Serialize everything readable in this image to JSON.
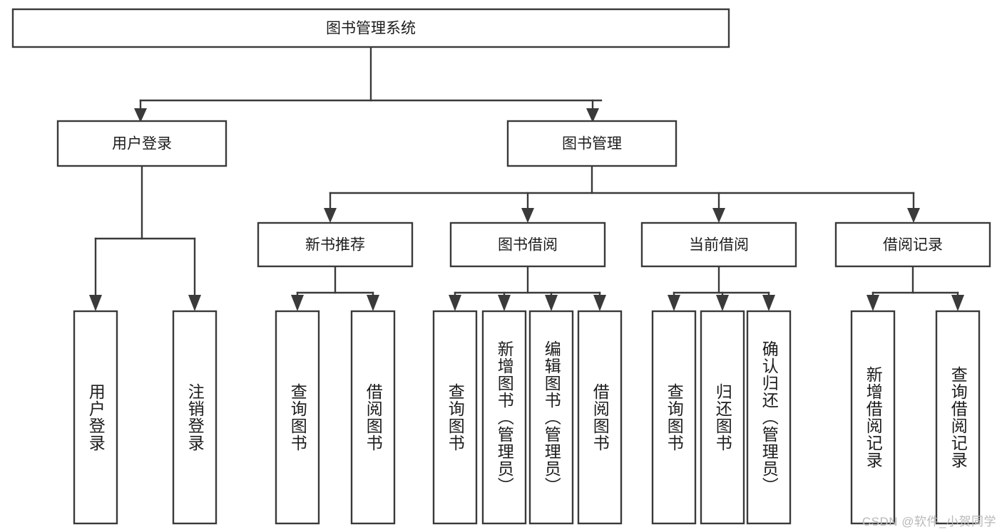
{
  "diagram": {
    "title": "图书管理系统",
    "type": "tree",
    "orientation": "top-down",
    "colors": {
      "stroke": "#3a3a3a",
      "box_fill": "#ffffff",
      "text": "#1c1c1c",
      "background": "#ffffff",
      "watermark": "#b9b9b9"
    },
    "levels": {
      "root": {
        "label": "图书管理系统"
      },
      "level2": [
        {
          "id": "user-login",
          "label": "用户登录"
        },
        {
          "id": "book-management",
          "label": "图书管理"
        }
      ],
      "level3": [
        {
          "id": "new-book-recommend",
          "label": "新书推荐",
          "parent": "book-management"
        },
        {
          "id": "book-borrow",
          "label": "图书借阅",
          "parent": "book-management"
        },
        {
          "id": "current-borrow",
          "label": "当前借阅",
          "parent": "book-management"
        },
        {
          "id": "borrow-record",
          "label": "借阅记录",
          "parent": "book-management"
        }
      ],
      "leaves": [
        {
          "id": "leaf-user-login",
          "label": "用户登录",
          "parent": "user-login"
        },
        {
          "id": "leaf-logout-login",
          "label": "注销登录",
          "parent": "user-login"
        },
        {
          "id": "leaf-query-book-1",
          "label": "查询图书",
          "parent": "new-book-recommend"
        },
        {
          "id": "leaf-borrow-book-1",
          "label": "借阅图书",
          "parent": "new-book-recommend"
        },
        {
          "id": "leaf-query-book-2",
          "label": "查询图书",
          "parent": "book-borrow"
        },
        {
          "id": "leaf-add-book",
          "label": "新增图书（管理员）",
          "parent": "book-borrow"
        },
        {
          "id": "leaf-edit-book",
          "label": "编辑图书（管理员）",
          "parent": "book-borrow"
        },
        {
          "id": "leaf-borrow-book-2",
          "label": "借阅图书",
          "parent": "book-borrow"
        },
        {
          "id": "leaf-query-book-3",
          "label": "查询图书",
          "parent": "current-borrow"
        },
        {
          "id": "leaf-return-book",
          "label": "归还图书",
          "parent": "current-borrow"
        },
        {
          "id": "leaf-confirm-return",
          "label": "确认归还（管理员）",
          "parent": "current-borrow"
        },
        {
          "id": "leaf-add-record",
          "label": "新增借阅记录",
          "parent": "borrow-record"
        },
        {
          "id": "leaf-query-record",
          "label": "查询借阅记录",
          "parent": "borrow-record"
        }
      ]
    }
  },
  "watermark": {
    "text": "CSDN @软件_小贺同学"
  }
}
